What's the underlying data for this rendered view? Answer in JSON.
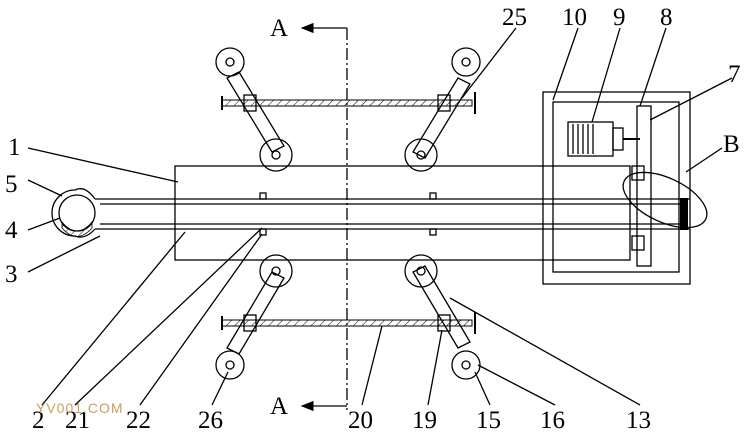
{
  "section_marks": {
    "top": "A",
    "bottom": "A"
  },
  "part_labels": {
    "l1": "1",
    "l2": "2",
    "l3": "3",
    "l4": "4",
    "l5": "5",
    "l7": "7",
    "l8": "8",
    "l9": "9",
    "l10": "10",
    "l13": "13",
    "l15": "15",
    "l16": "16",
    "l19": "19",
    "l20": "20",
    "l21": "21",
    "l22": "22",
    "l25": "25",
    "l26": "26",
    "lB": "B"
  },
  "watermark": "YV001.COM"
}
